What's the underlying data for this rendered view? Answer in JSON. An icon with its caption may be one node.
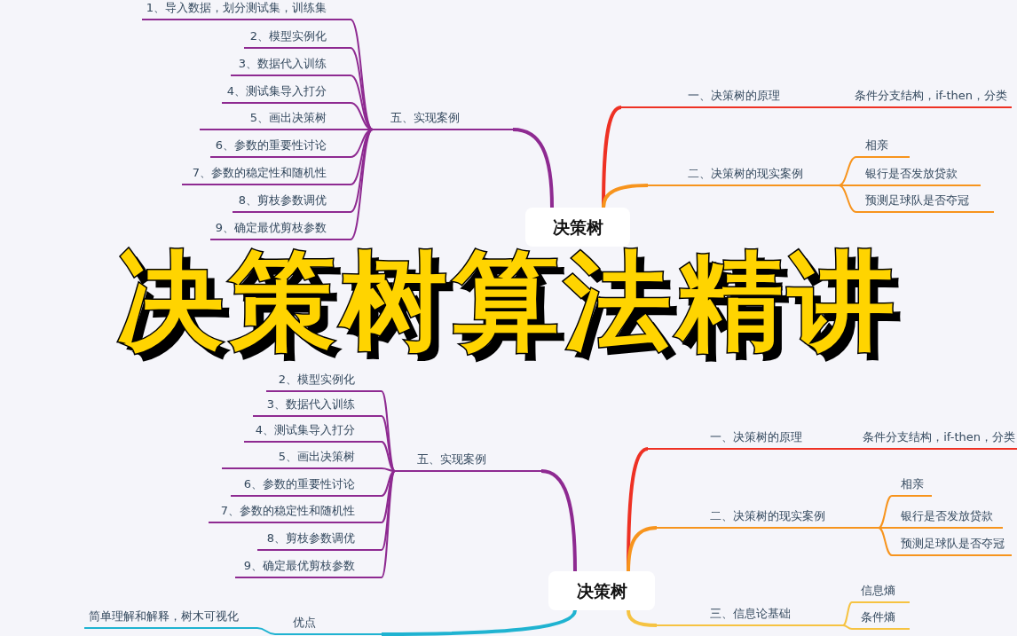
{
  "diagram": {
    "title": "决策树算法精讲",
    "nodes": [
      {
        "text": [
          "决策树"
        ]
      },
      {
        "text": [
          "五、实现案例"
        ]
      },
      {
        "text": [
          "1、导入数据，划分测试集，训练集"
        ]
      },
      {
        "text": [
          "2、模型实例化"
        ]
      },
      {
        "text": [
          "3、数据代入训练"
        ]
      },
      {
        "text": [
          "4、测试集导入打分"
        ]
      },
      {
        "text": [
          "5、画出决策树"
        ]
      },
      {
        "text": [
          "6、参数的重要性讨论"
        ]
      },
      {
        "text": [
          "7、参数的稳定性和随机性"
        ]
      },
      {
        "text": [
          "8、剪枝参数调优"
        ]
      },
      {
        "text": [
          "9、确定最优剪枝参数"
        ]
      },
      {
        "text": [
          "一、决策树的原理"
        ]
      },
      {
        "text": [
          "条件分支结构，if-then，分类"
        ]
      },
      {
        "text": [
          "二、决策树的现实案例"
        ]
      },
      {
        "text": [
          "相亲"
        ]
      },
      {
        "text": [
          "银行是否发放贷款"
        ]
      },
      {
        "text": [
          "预测足球队是否夺冠"
        ]
      },
      {
        "text": [
          "决策树"
        ]
      },
      {
        "text": [
          "五、实现案例"
        ]
      },
      {
        "text": [
          "2、模型实例化"
        ]
      },
      {
        "text": [
          "3、数据代入训练"
        ]
      },
      {
        "text": [
          "4、测试集导入打分"
        ]
      },
      {
        "text": [
          "5、画出决策树"
        ]
      },
      {
        "text": [
          "6、参数的重要性讨论"
        ]
      },
      {
        "text": [
          "7、参数的稳定性和随机性"
        ]
      },
      {
        "text": [
          "8、剪枝参数调优"
        ]
      },
      {
        "text": [
          "9、确定最优剪枝参数"
        ]
      },
      {
        "text": [
          "一、决策树的原理"
        ]
      },
      {
        "text": [
          "条件分支结构，if-then，分类"
        ]
      },
      {
        "text": [
          "二、决策树的现实案例"
        ]
      },
      {
        "text": [
          "相亲"
        ]
      },
      {
        "text": [
          "银行是否发放贷款"
        ]
      },
      {
        "text": [
          "预测足球队是否夺冠"
        ]
      },
      {
        "text": [
          "三、信息论基础"
        ]
      },
      {
        "text": [
          "信息熵"
        ]
      },
      {
        "text": [
          "条件熵"
        ]
      },
      {
        "text": [
          "优点"
        ]
      },
      {
        "text": [
          "简单理解和解释，树木可视化"
        ]
      }
    ],
    "edges": [
      {
        "from": 0,
        "to": 1,
        "arrow": "none",
        "style": "thick",
        "color": "#8e2a91"
      },
      {
        "from": 1,
        "to": 2,
        "arrow": "none",
        "color": "#8e2a91"
      },
      {
        "from": 1,
        "to": 3,
        "arrow": "none",
        "color": "#8e2a91"
      },
      {
        "from": 1,
        "to": 4,
        "arrow": "none",
        "color": "#8e2a91"
      },
      {
        "from": 1,
        "to": 5,
        "arrow": "none",
        "color": "#8e2a91"
      },
      {
        "from": 1,
        "to": 6,
        "arrow": "none",
        "color": "#8e2a91"
      },
      {
        "from": 1,
        "to": 7,
        "arrow": "none",
        "color": "#8e2a91"
      },
      {
        "from": 1,
        "to": 8,
        "arrow": "none",
        "color": "#8e2a91"
      },
      {
        "from": 1,
        "to": 9,
        "arrow": "none",
        "color": "#8e2a91"
      },
      {
        "from": 1,
        "to": 10,
        "arrow": "none",
        "color": "#8e2a91"
      },
      {
        "from": 0,
        "to": 11,
        "arrow": "none",
        "style": "thick",
        "color": "#ee3124"
      },
      {
        "from": 11,
        "to": 12,
        "arrow": "none",
        "color": "#ee3124"
      },
      {
        "from": 0,
        "to": 13,
        "arrow": "none",
        "style": "thick",
        "color": "#f7941d"
      },
      {
        "from": 13,
        "to": 14,
        "arrow": "none",
        "color": "#f7941d"
      },
      {
        "from": 13,
        "to": 15,
        "arrow": "none",
        "color": "#f7941d"
      },
      {
        "from": 13,
        "to": 16,
        "arrow": "none",
        "color": "#f7941d"
      },
      {
        "from": 17,
        "to": 18,
        "arrow": "none",
        "style": "thick",
        "color": "#8e2a91"
      },
      {
        "from": 18,
        "to": 19,
        "arrow": "none",
        "color": "#8e2a91"
      },
      {
        "from": 18,
        "to": 20,
        "arrow": "none",
        "color": "#8e2a91"
      },
      {
        "from": 18,
        "to": 21,
        "arrow": "none",
        "color": "#8e2a91"
      },
      {
        "from": 18,
        "to": 22,
        "arrow": "none",
        "color": "#8e2a91"
      },
      {
        "from": 18,
        "to": 23,
        "arrow": "none",
        "color": "#8e2a91"
      },
      {
        "from": 18,
        "to": 24,
        "arrow": "none",
        "color": "#8e2a91"
      },
      {
        "from": 18,
        "to": 25,
        "arrow": "none",
        "color": "#8e2a91"
      },
      {
        "from": 18,
        "to": 26,
        "arrow": "none",
        "color": "#8e2a91"
      },
      {
        "from": 17,
        "to": 27,
        "arrow": "none",
        "style": "thick",
        "color": "#ee3124"
      },
      {
        "from": 27,
        "to": 28,
        "arrow": "none",
        "color": "#ee3124"
      },
      {
        "from": 17,
        "to": 29,
        "arrow": "none",
        "style": "thick",
        "color": "#f7941d"
      },
      {
        "from": 29,
        "to": 30,
        "arrow": "none",
        "color": "#f7941d"
      },
      {
        "from": 29,
        "to": 31,
        "arrow": "none",
        "color": "#f7941d"
      },
      {
        "from": 29,
        "to": 32,
        "arrow": "none",
        "color": "#f7941d"
      },
      {
        "from": 17,
        "to": 33,
        "arrow": "none",
        "style": "thick",
        "color": "#f6c342"
      },
      {
        "from": 33,
        "to": 34,
        "arrow": "none",
        "color": "#f6c342"
      },
      {
        "from": 33,
        "to": 35,
        "arrow": "none",
        "color": "#f6c342"
      },
      {
        "from": 17,
        "to": 36,
        "arrow": "none",
        "style": "thick",
        "color": "#1fb3d1"
      },
      {
        "from": 36,
        "to": 37,
        "arrow": "none",
        "color": "#1fb3d1"
      }
    ]
  }
}
